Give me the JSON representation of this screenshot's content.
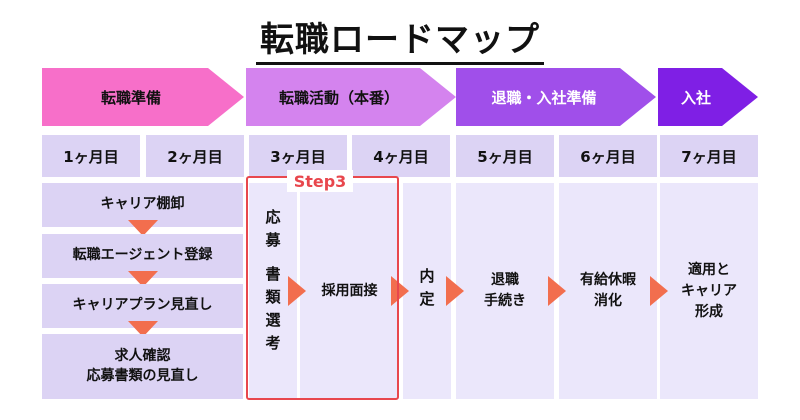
{
  "title": "転職ロードマップ",
  "phases": [
    {
      "label": "転職準備",
      "color": "#f76fc9"
    },
    {
      "label": "転職活動（本番）",
      "color": "#d483ee"
    },
    {
      "label": "退職・入社準備",
      "color": "#a04fea"
    },
    {
      "label": "入社",
      "color": "#7f1fe5"
    }
  ],
  "months": [
    "1ヶ月目",
    "2ヶ月目",
    "3ヶ月目",
    "4ヶ月目",
    "5ヶ月目",
    "6ヶ月目",
    "7ヶ月目"
  ],
  "prep_steps": [
    "キャリア棚卸",
    "転職エージェント登録",
    "キャリアプラン見直し",
    "求人確認\n応募書類の見直し"
  ],
  "step3_label": "Step3",
  "activity": {
    "apply_vertical": [
      "応",
      "募",
      "",
      "書",
      "類",
      "選",
      "考"
    ],
    "interview": "採用面接",
    "offer": [
      "内",
      "定"
    ]
  },
  "retire": "退職\n手続き",
  "leave": "有給休暇\n消化",
  "join": "適用と\nキャリア\n形成",
  "colors": {
    "arrow": "#f26e4e",
    "highlight": "#e8474d",
    "header_bg": "#dcd3f4",
    "col_bg": "#ebe7fb"
  }
}
